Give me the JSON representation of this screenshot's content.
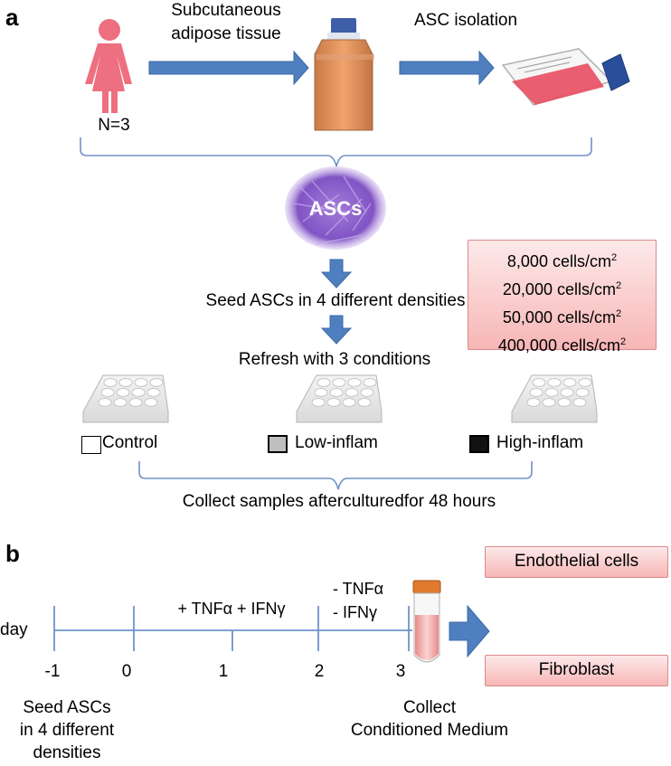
{
  "panel_a": {
    "label": "a",
    "person_label": "N=3",
    "step1_label_line1": "Subcutaneous",
    "step1_label_line2": "adipose tissue",
    "step2_label": "ASC isolation",
    "asc_label": "ASCs",
    "seed_label": "Seed ASCs in 4 different densities",
    "densities": [
      {
        "value": "8,000 cells/cm",
        "sup": "2"
      },
      {
        "value": "20,000 cells/cm",
        "sup": "2"
      },
      {
        "value": "50,000 cells/cm",
        "sup": "2"
      },
      {
        "value": "400,000 cells/cm",
        "sup": "2"
      }
    ],
    "refresh_label": "Refresh with 3 conditions",
    "conditions": [
      {
        "label": "Control",
        "swatch": "#ffffff"
      },
      {
        "label": "Low-inflam",
        "swatch": "#bfbfbf"
      },
      {
        "label": "High-inflam",
        "swatch": "#111111"
      }
    ],
    "collect_label": "Collect samples afterculturedfor 48 hours"
  },
  "panel_b": {
    "label": "b",
    "axis_label": "day",
    "ticks": [
      "-1",
      "0",
      "1",
      "2",
      "3"
    ],
    "treatment_add": "+ TNFα + IFNγ",
    "treatment_remove_1": "- TNFα",
    "treatment_remove_2": "- IFNγ",
    "seed_line1": "Seed ASCs",
    "seed_line2": "in 4 different",
    "seed_line3": "densities",
    "collect_line1": "Collect",
    "collect_line2": "Conditioned Medium",
    "targets": [
      "Endothelial cells",
      "Fibroblast"
    ]
  },
  "colors": {
    "arrow": "#4f7fbf",
    "line": "#6f93c9",
    "person": "#ee6f7f",
    "accent_box": "#f7b6b6"
  }
}
